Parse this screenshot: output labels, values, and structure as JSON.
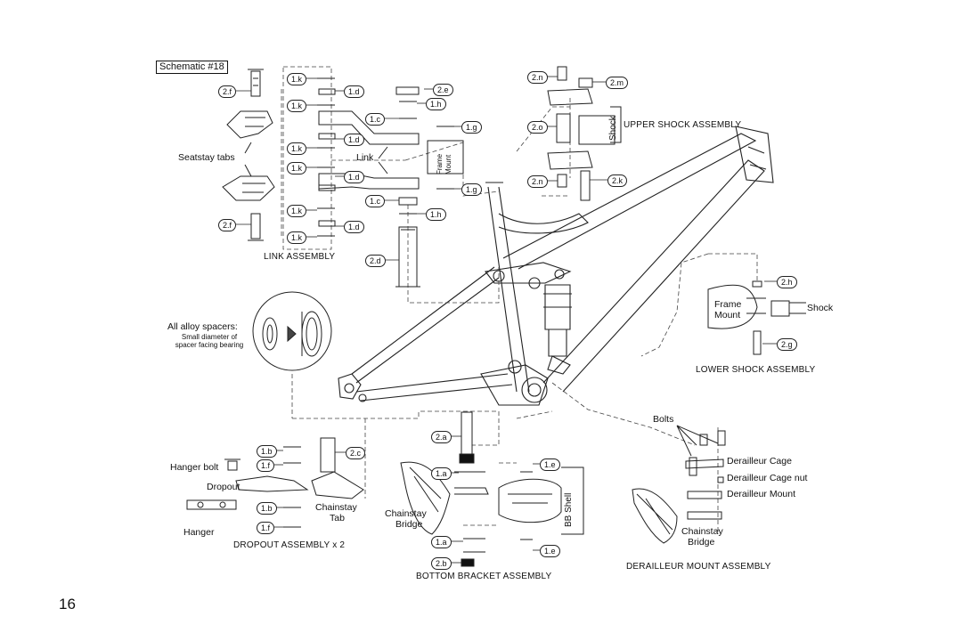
{
  "schematic_title": "Schematic #18",
  "page_number": "16",
  "assemblies": {
    "link": "LINK ASSEMBLY",
    "upper_shock": "UPPER SHOCK ASSEMBLY",
    "lower_shock": "LOWER SHOCK ASSEMBLY",
    "dropout": "DROPOUT ASSEMBLY x 2",
    "bottom_bracket": "BOTTOM BRACKET ASSEMBLY",
    "derailleur": "DERAILLEUR MOUNT ASSEMBLY"
  },
  "labels": {
    "seatstay_tabs": "Seatstay tabs",
    "link": "Link",
    "frame_mount_rot_1": "Frame",
    "frame_mount_rot_2": "Mount",
    "shock_rot": "Shock",
    "frame_mount_1": "Frame",
    "frame_mount_2": "Mount",
    "shock": "Shock",
    "spacers_title": "All alloy spacers:",
    "spacers_note_1": "Small diameter of",
    "spacers_note_2": "spacer facing bearing",
    "hanger_bolt": "Hanger bolt",
    "dropout": "Dropout",
    "hanger": "Hanger",
    "chainstay_tab_1": "Chainstay",
    "chainstay_tab_2": "Tab",
    "chainstay_bridge_1": "Chainstay",
    "chainstay_bridge_2": "Bridge",
    "bb_shell": "BB Shell",
    "bolts": "Bolts",
    "derailleur_cage": "Derailleur Cage",
    "derailleur_cage_nut": "Derailleur Cage nut",
    "derailleur_mount": "Derailleur Mount",
    "chainstay_bridge_b1": "Chainstay",
    "chainstay_bridge_b2": "Bridge"
  },
  "callouts": {
    "c2f_top": "2.f",
    "c1k_1": "1.k",
    "c1d_1": "1.d",
    "c2e": "2.e",
    "c1k_2": "1.k",
    "c1h_1": "1.h",
    "c1c_1": "1.c",
    "c1g_1": "1.g",
    "c1d_2": "1.d",
    "c1k_3": "1.k",
    "c1k_4": "1.k",
    "c1d_3": "1.d",
    "c1g_2": "1.g",
    "c1c_2": "1.c",
    "c1k_5": "1.k",
    "c1h_2": "1.h",
    "c2f_bot": "2.f",
    "c1k_6": "1.k",
    "c1d_4": "1.d",
    "c2d": "2.d",
    "c2n_1": "2.n",
    "c2m": "2.m",
    "c2o": "2.o",
    "c2n_2": "2.n",
    "c2k": "2.k",
    "c2h": "2.h",
    "c2g": "2.g",
    "c1b_1": "1.b",
    "c2c": "2.c",
    "c1f_1": "1.f",
    "c1b_2": "1.b",
    "c1f_2": "1.f",
    "c2a": "2.a",
    "c1e_1": "1.e",
    "c1a_1": "1.a",
    "c1a_2": "1.a",
    "c1e_2": "1.e",
    "c2b": "2.b"
  }
}
